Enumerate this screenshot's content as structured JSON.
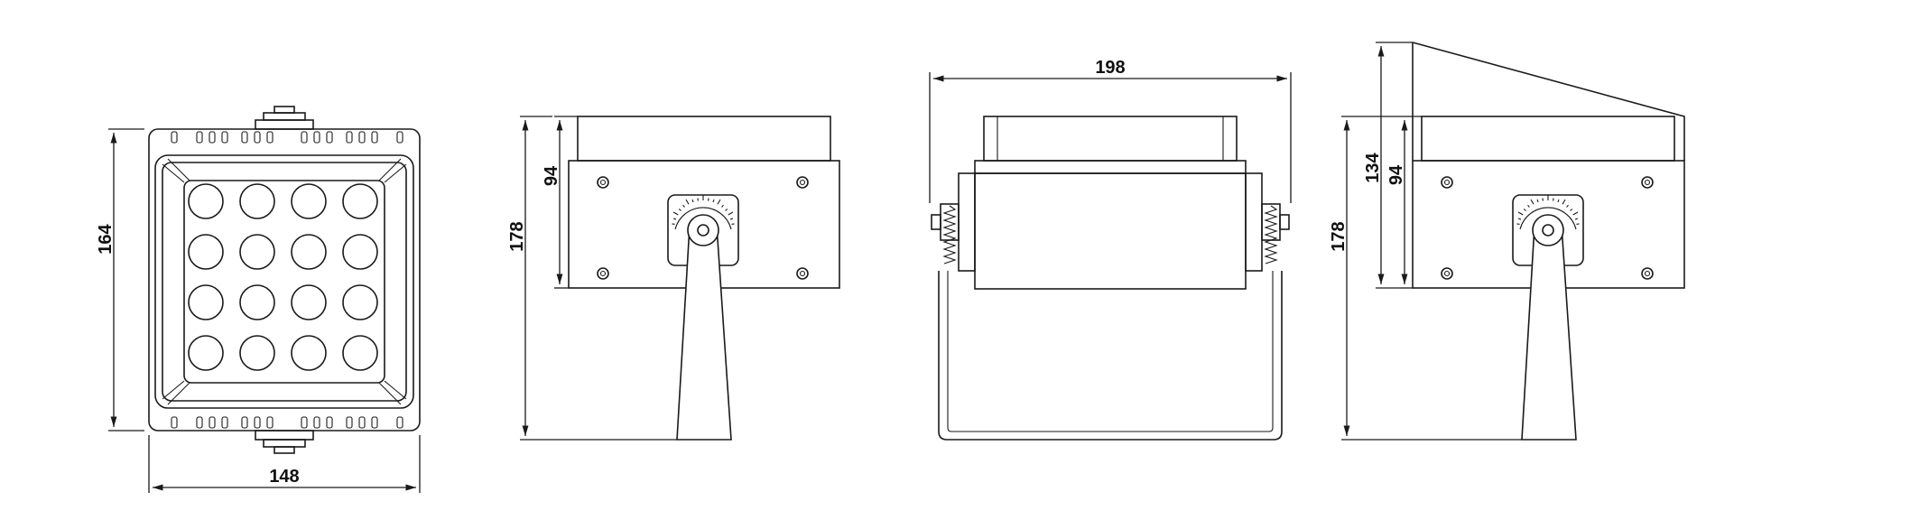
{
  "colors": {
    "line": "#1a1a1a",
    "background": "#ffffff"
  },
  "views": {
    "front": {
      "led_grid": {
        "rows": 4,
        "cols": 4
      },
      "dim_height": "164",
      "dim_width": "148"
    },
    "side_left": {
      "dim_body_height": "94",
      "dim_total_height": "178"
    },
    "top": {
      "dim_width": "198"
    },
    "side_right": {
      "dim_visor_height": "134",
      "dim_body_height": "94",
      "dim_total_height": "178"
    }
  }
}
